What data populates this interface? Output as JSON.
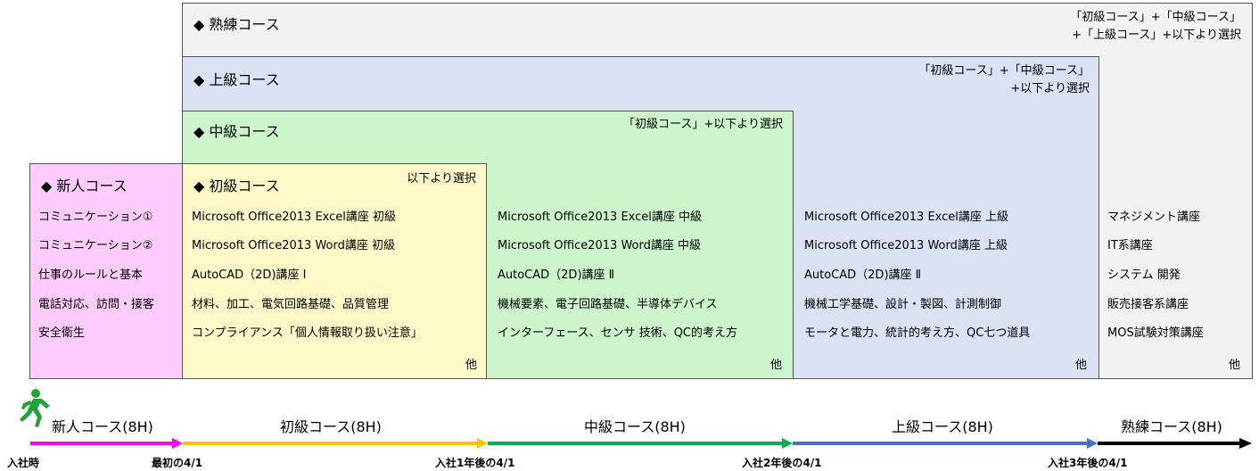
{
  "courses": {
    "expert": {
      "title": "◆ 熟練コース",
      "note_line1": "「初級コース」+「中級コース」",
      "note_line2": "+「上級コース」+以下より選択",
      "items": [
        "マネジメント講座",
        "IT系講座",
        "システム 開発",
        "販売接客系講座",
        "MOS試験対策講座"
      ],
      "other": "他",
      "color": "#f2f2f2"
    },
    "advanced": {
      "title": "◆ 上級コース",
      "note_line1": "「初級コース」+「中級コース」",
      "note_line2": "+以下より選択",
      "items": [
        "Microsoft Office2013 Excel講座 上級",
        "Microsoft Office2013 Word講座 上級",
        "AutoCAD（2D)講座 Ⅱ",
        "機械工学基礎、設計・製図、計測制御",
        "モータと電力、統計的考え方、QC七つ道具"
      ],
      "other": "他",
      "color": "#dae3f3"
    },
    "intermediate": {
      "title": "◆ 中級コース",
      "note_line1": "「初級コース」+以下より選択",
      "items": [
        "Microsoft Office2013 Excel講座 中級",
        "Microsoft Office2013 Word講座 中級",
        "AutoCAD（2D)講座 Ⅱ",
        "機械要素、電子回路基礎、半導体デバイス",
        "インターフェース、センサ 技術、QC的考え方"
      ],
      "other": "他",
      "color": "#ccf5cc"
    },
    "beginner": {
      "title": "◆ 初級コース",
      "note_line1": "以下より選択",
      "items": [
        "Microsoft Office2013 Excel講座 初級",
        "Microsoft Office2013 Word講座 初級",
        "AutoCAD（2D)講座 Ⅰ",
        "材料、加工、電気回路基礎、品質管理",
        "コンプライアンス「個人情報取り扱い注意」"
      ],
      "other": "他",
      "color": "#fff8c8"
    },
    "newcomer": {
      "title": "◆ 新人コース",
      "items": [
        "コミュニケーション①",
        "コミュニケーション②",
        "仕事のルールと基本",
        "電話対応、訪問・接客",
        "安全衛生"
      ],
      "color": "#ffccff"
    }
  },
  "timeline": {
    "segments": [
      {
        "label": "新人コース(8H)",
        "color": "#ff00ff"
      },
      {
        "label": "初級コース(8H)",
        "color": "#ffc000"
      },
      {
        "label": "中級コース(8H)",
        "color": "#00b050"
      },
      {
        "label": "上級コース(8H)",
        "color": "#4472c4"
      },
      {
        "label": "熟練コース(8H)",
        "color": "#000000"
      }
    ],
    "dates": [
      "入社時",
      "最初の4/1",
      "入社1年後の4/1",
      "入社2年後の4/1",
      "入社3年後の4/1"
    ],
    "icon": "running-person-icon",
    "icon_color": "#22a33a"
  }
}
